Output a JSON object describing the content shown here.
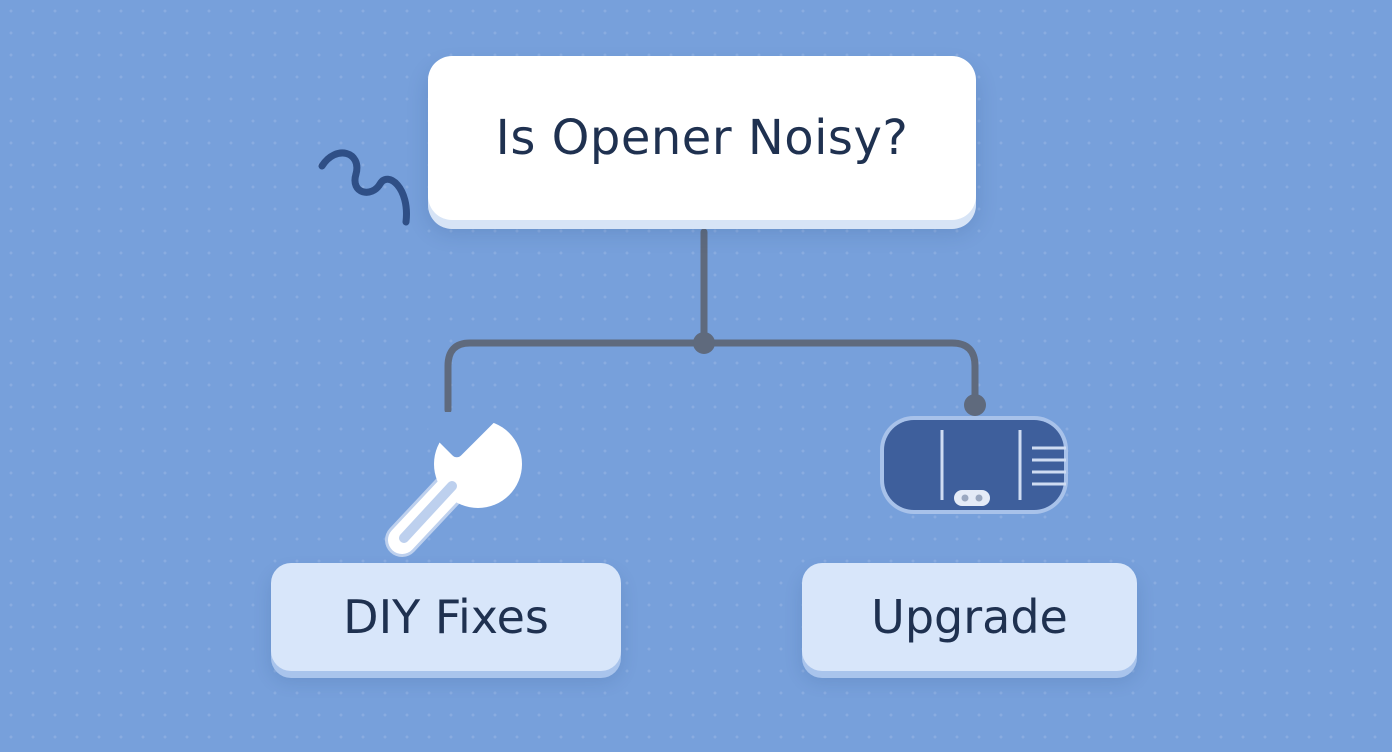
{
  "diagram": {
    "question": {
      "label": "Is Opener Noisy?"
    },
    "options": [
      {
        "id": "diy",
        "label": "DIY Fixes",
        "icon": "wrench-icon"
      },
      {
        "id": "upgrade",
        "label": "Upgrade",
        "icon": "garage-door-opener-icon"
      }
    ],
    "decoration": "squiggle-icon",
    "colors": {
      "background": "#77a0db",
      "question_box": "#ffffff",
      "option_box": "#d8e6fa",
      "text": "#1f3150",
      "connector": "#5f6a7d",
      "opener_body": "#3e5f9c"
    }
  }
}
